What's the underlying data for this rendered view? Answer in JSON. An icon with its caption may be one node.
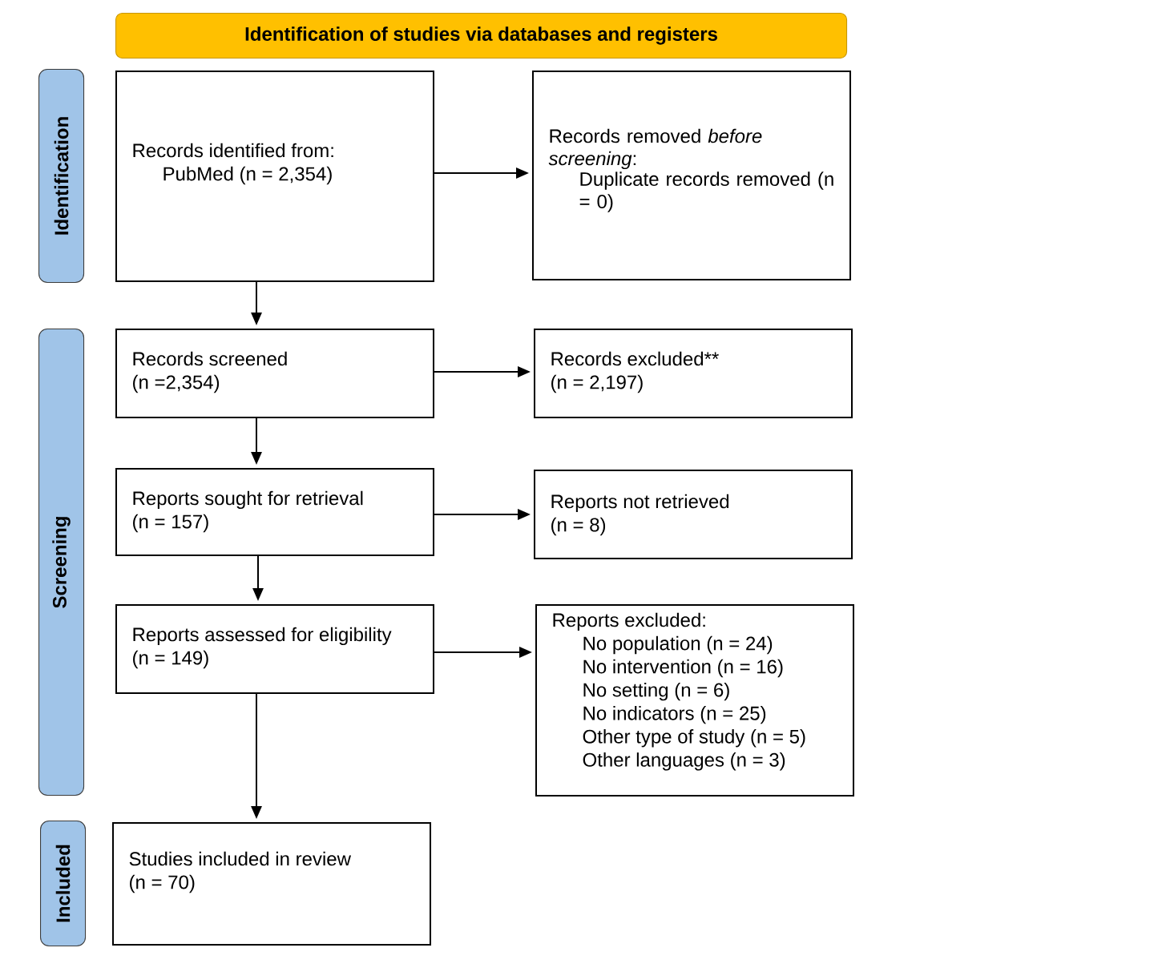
{
  "diagram": {
    "nodes": [
      {
        "text": [
          "Identification of studies via databases and registers"
        ]
      },
      {
        "text": [
          "Identification"
        ]
      },
      {
        "text": [
          "Screening"
        ]
      },
      {
        "text": [
          "Included"
        ]
      },
      {
        "text": [
          "Records identified from:",
          "PubMed (n = 2,354)"
        ]
      },
      {
        "text": [
          "Records removed *before screening*:",
          "Duplicate records removed (n = 0)"
        ]
      },
      {
        "text": [
          "Records screened",
          "(n =2,354)"
        ]
      },
      {
        "text": [
          "Records excluded**",
          "(n = 2,197)"
        ]
      },
      {
        "text": [
          "Reports sought for retrieval",
          "(n = 157)"
        ]
      },
      {
        "text": [
          "Reports not retrieved",
          "(n = 8)"
        ]
      },
      {
        "text": [
          "Reports assessed for eligibility",
          "(n = 149)"
        ]
      },
      {
        "text": [
          "Reports excluded:",
          "No population (n = 24)",
          "No intervention (n = 16)",
          "No setting (n = 6)",
          "No indicators (n = 25)",
          "Other type of study (n = 5)",
          "Other languages (n = 3)"
        ]
      },
      {
        "text": [
          "Studies included in review",
          "(n = 70)"
        ]
      }
    ],
    "edges": [
      {
        "from": 4,
        "to": 5,
        "arrow": "to"
      },
      {
        "from": 4,
        "to": 6,
        "arrow": "to"
      },
      {
        "from": 6,
        "to": 7,
        "arrow": "to"
      },
      {
        "from": 6,
        "to": 8,
        "arrow": "to"
      },
      {
        "from": 8,
        "to": 9,
        "arrow": "to"
      },
      {
        "from": 8,
        "to": 10,
        "arrow": "to"
      },
      {
        "from": 10,
        "to": 11,
        "arrow": "to"
      },
      {
        "from": 10,
        "to": 12,
        "arrow": "to"
      }
    ]
  }
}
